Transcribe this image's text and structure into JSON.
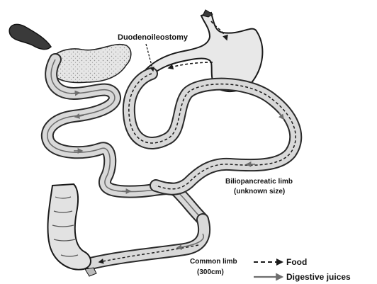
{
  "labels": {
    "anastomosis": "Duodenoileostomy",
    "biliopancreatic_limb": "Biliopancreatic limb",
    "biliopancreatic_limb_size": "(unknown size)",
    "common_limb": "Common limb",
    "common_limb_size": "(300cm)"
  },
  "legend": {
    "food": "Food",
    "digestive_juices": "Digestive juices"
  },
  "colors": {
    "outline": "#2a2a2a",
    "tissue": "#d9d9d9",
    "food_arrow": "#1a1a1a",
    "juice_arrow": "#6e6e6e"
  }
}
